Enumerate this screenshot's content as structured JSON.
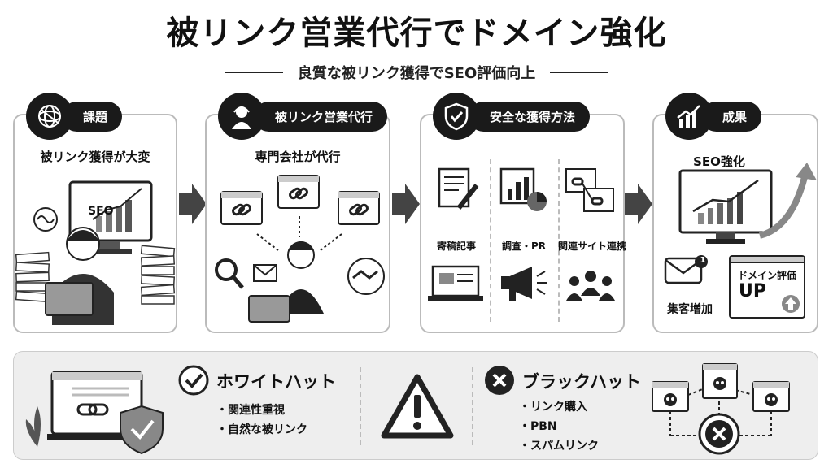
{
  "title": "被リンク営業代行でドメイン強化",
  "subtitle": "良質な被リンク獲得でSEO評価向上",
  "cards": [
    {
      "label": "課題",
      "heading": "被リンク獲得が大変",
      "screen_text": "SEO",
      "icon": "brain-icon"
    },
    {
      "label": "被リンク営業代行",
      "heading": "専門会社が代行",
      "icon": "agent-icon"
    },
    {
      "label": "安全な獲得方法",
      "icon": "shield-check-icon",
      "methods": [
        "寄稿記事",
        "調査・PR",
        "関連サイト連携"
      ]
    },
    {
      "label": "成果",
      "heading": "SEO強化",
      "icon": "growth-chart-icon",
      "items": [
        "集客増加",
        "ドメイン評価",
        "UP"
      ],
      "notification_count": "1"
    }
  ],
  "white_hat": {
    "title": "ホワイトハット",
    "items": [
      "・関連性重視",
      "・自然な被リンク"
    ]
  },
  "black_hat": {
    "title": "ブラックハット",
    "items": [
      "・リンク購入",
      "・PBN",
      "・スパムリンク"
    ]
  },
  "colors": {
    "dark": "#1a1a1a",
    "border": "#bbbbbb",
    "panel": "#eeeeee",
    "arrow": "#444444"
  }
}
